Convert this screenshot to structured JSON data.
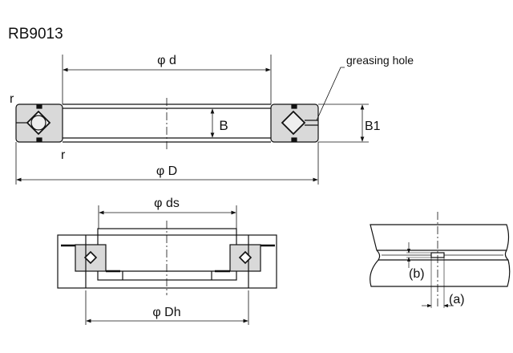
{
  "title": "RB9013",
  "labels": {
    "d": "φ d",
    "D": "φ D",
    "B": "B",
    "B1": "B1",
    "r_top": "r",
    "r_bottom": "r",
    "greasing_hole": "greasing hole",
    "ds": "φ ds",
    "Dh": "φ Dh",
    "a": "(a)",
    "b": "(b)"
  },
  "colors": {
    "section_fill": "#d9d9d9",
    "line": "#111111"
  }
}
